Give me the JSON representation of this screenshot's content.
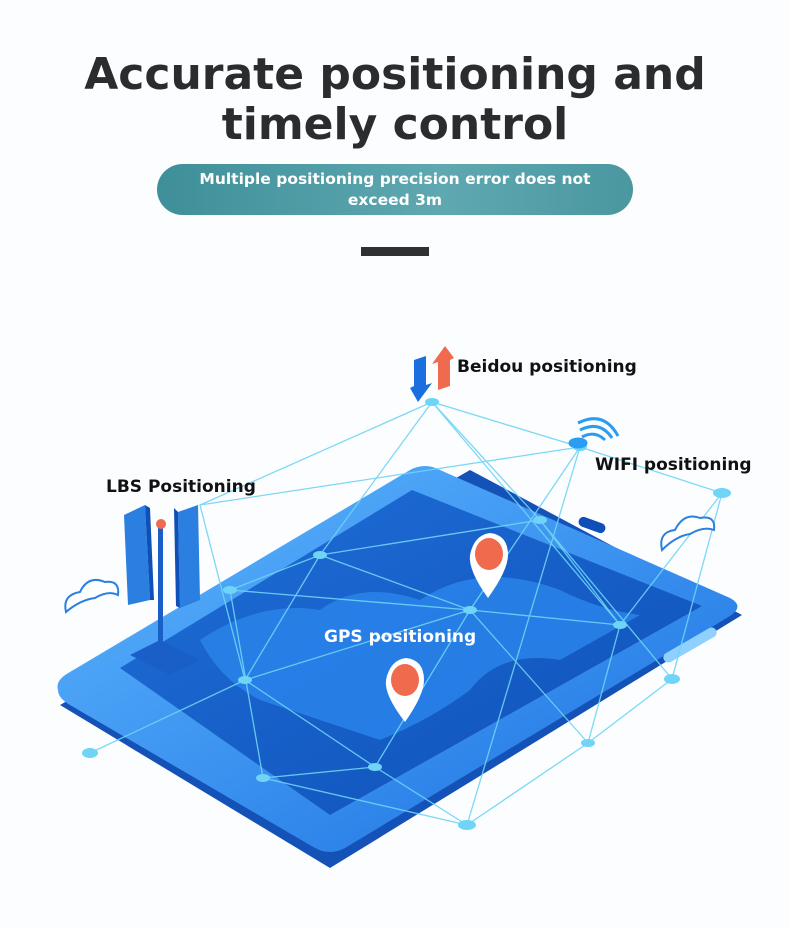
{
  "header": {
    "title_line1": "Accurate positioning and",
    "title_line2": "timely control",
    "subtitle": "Multiple positioning precision error does not exceed 3m"
  },
  "labels": {
    "beidou": "Beidou positioning",
    "wifi": "WIFI positioning",
    "lbs": "LBS Positioning",
    "gps": "GPS positioning"
  },
  "colors": {
    "phone": "#1f7fe6",
    "pin": "#f06a4e",
    "line": "#6fd4f5",
    "pill": "#4f9ca5"
  }
}
